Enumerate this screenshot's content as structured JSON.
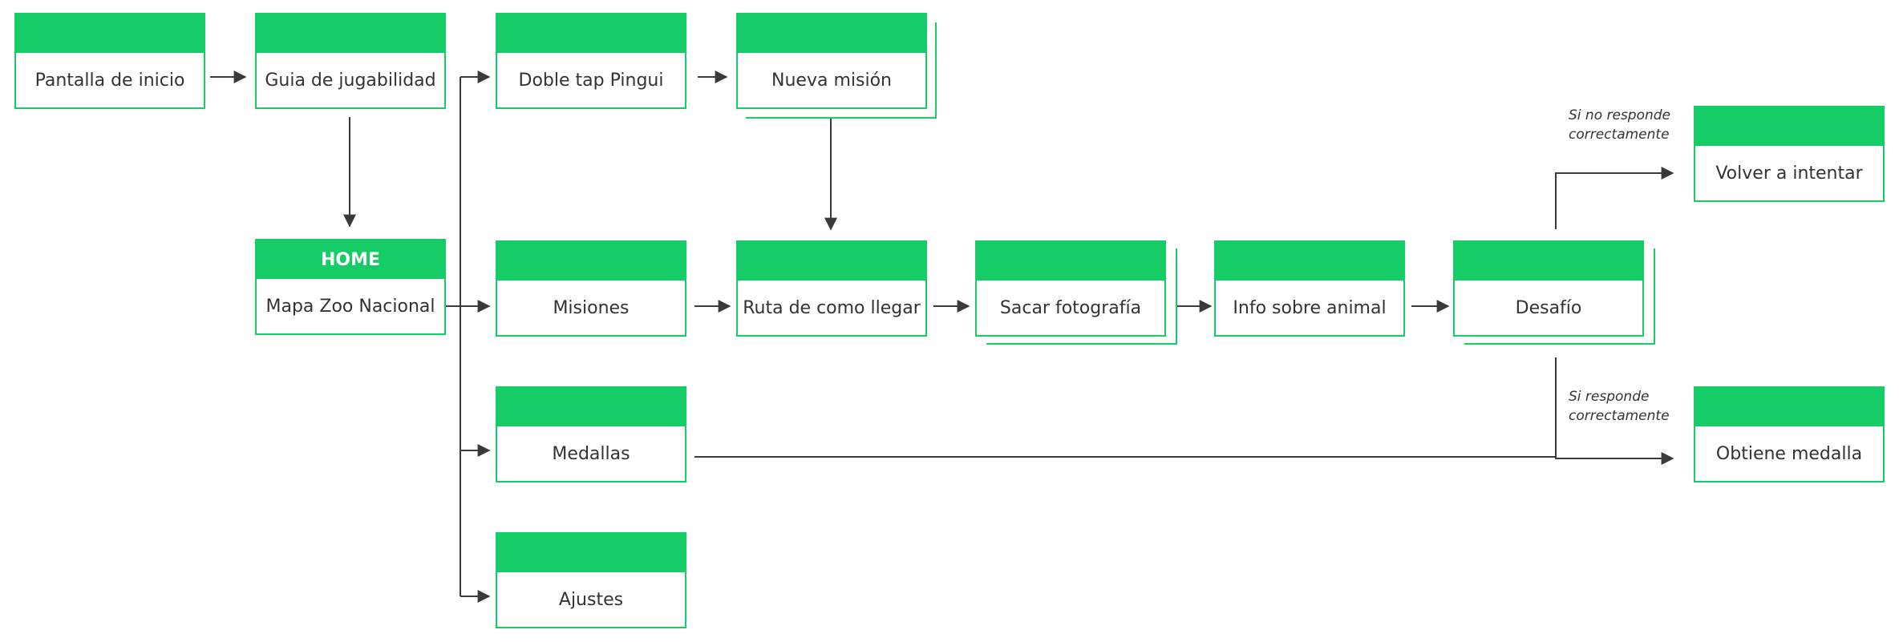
{
  "colors": {
    "accent": "#16cc66",
    "line": "#3a3a3a",
    "text": "#333333"
  },
  "nodes": {
    "pantalla": {
      "head": "",
      "label": "Pantalla de inicio"
    },
    "guia": {
      "head": "",
      "label": "Guia de jugabilidad"
    },
    "doble": {
      "head": "",
      "label": "Doble tap Pingui"
    },
    "nueva": {
      "head": "",
      "label": "Nueva misión"
    },
    "home": {
      "head": "HOME",
      "label": "Mapa Zoo Nacional"
    },
    "misiones": {
      "head": "",
      "label": "Misiones"
    },
    "ruta": {
      "head": "",
      "label": "Ruta de como llegar"
    },
    "sacar": {
      "head": "",
      "label": "Sacar fotografía"
    },
    "info": {
      "head": "",
      "label": "Info sobre animal"
    },
    "desafio": {
      "head": "",
      "label": "Desafío"
    },
    "volver": {
      "head": "",
      "label": "Volver a intentar"
    },
    "medallas": {
      "head": "",
      "label": "Medallas"
    },
    "ajustes": {
      "head": "",
      "label": "Ajustes"
    },
    "obtiene": {
      "head": "",
      "label": "Obtiene medalla"
    }
  },
  "notes": {
    "fail": {
      "line1": "Si no responde",
      "line2": "correctamente"
    },
    "pass": {
      "line1": "Si responde",
      "line2": "correctamente"
    }
  }
}
